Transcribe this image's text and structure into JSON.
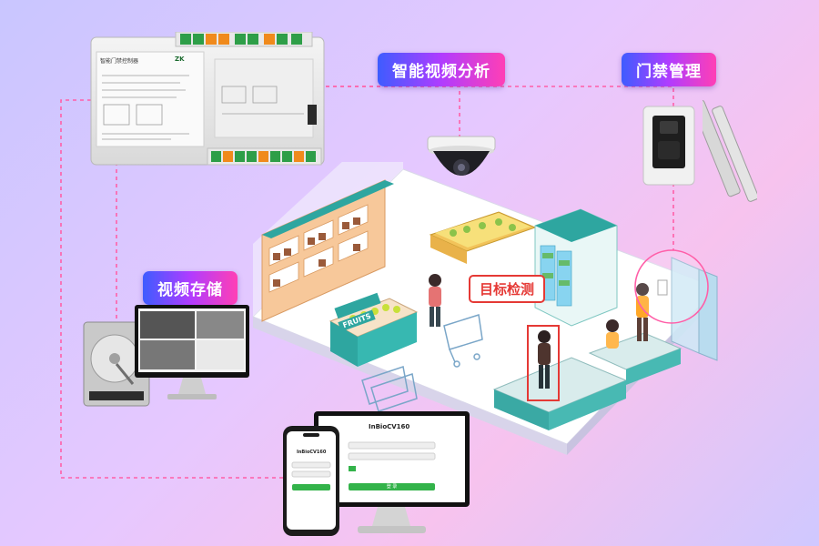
{
  "labels": {
    "video_analysis": "智能视频分析",
    "access_control": "门禁管理",
    "video_storage": "视频存储",
    "target_detection": "目标检测"
  },
  "controller": {
    "title": "智能门禁控制器",
    "brand": "ZK"
  },
  "store": {
    "shelf_sign": "FRUITS"
  },
  "monitor_app": {
    "app_title": "InBioCV160",
    "login_button": "登 录"
  },
  "phone_app": {
    "app_title": "InBioCV160"
  },
  "colors": {
    "pill_start": "#3e5cff",
    "pill_mid": "#b03cff",
    "pill_end": "#ff3fb5",
    "connector": "#ff5fa8",
    "detect_red": "#e53935",
    "app_green": "#33b34a"
  }
}
